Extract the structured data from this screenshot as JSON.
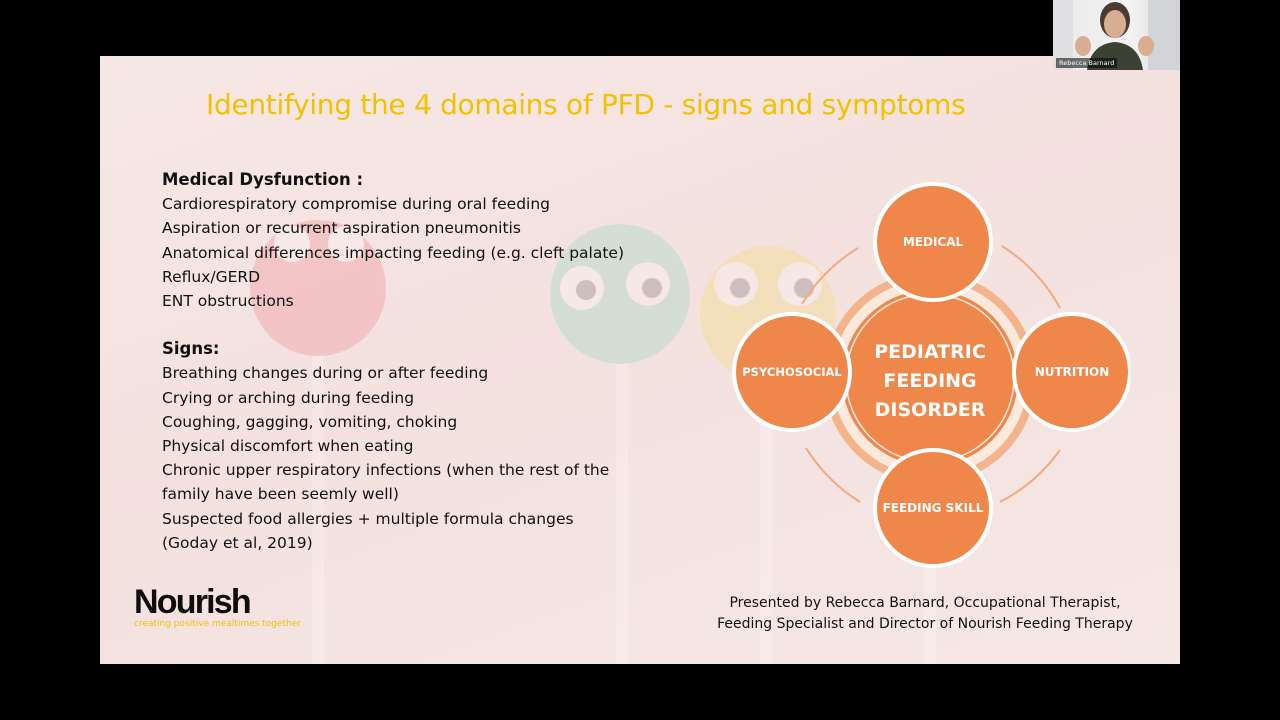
{
  "slide": {
    "title": "Identifying the 4 domains of PFD  - signs and symptoms",
    "medical": {
      "heading": "Medical Dysfunction :",
      "items": [
        "Cardiorespiratory compromise during oral feeding",
        "Aspiration or recurrent aspiration pneumonitis",
        "Anatomical differences impacting feeding (e.g. cleft palate)",
        "Reflux/GERD",
        "ENT obstructions"
      ]
    },
    "signs": {
      "heading": "Signs:",
      "items": [
        "Breathing changes during or after feeding",
        "Crying or arching during feeding",
        "Coughing, gagging, vomiting, choking",
        "Physical discomfort when eating",
        "Chronic upper respiratory infections (when the rest of the",
        "family have been seemly well)",
        "Suspected food allergies + multiple formula changes",
        "(Goday et al, 2019)"
      ]
    },
    "logo": {
      "word": "Nourish",
      "tagline": "creating positive mealtimes together"
    },
    "credit": {
      "line1": "Presented by Rebecca Barnard, Occupational Therapist,",
      "line2": "Feeding Specialist and Director of Nourish Feeding Therapy"
    },
    "diagram": {
      "center": [
        "PEDIATRIC",
        "FEEDING",
        "DISORDER"
      ],
      "top": "MEDICAL",
      "left": "PSYCHOSOCIAL",
      "right": "NUTRITION",
      "bottom": "FEEDING SKILL",
      "colors": {
        "primary": "#f0874a",
        "light": "#f6a878",
        "ring": "#f3b48c"
      }
    }
  },
  "webcam": {
    "name": "Rebecca Barnard"
  },
  "colors": {
    "title": "#f2c200",
    "text": "#111111",
    "background": "#000000"
  }
}
